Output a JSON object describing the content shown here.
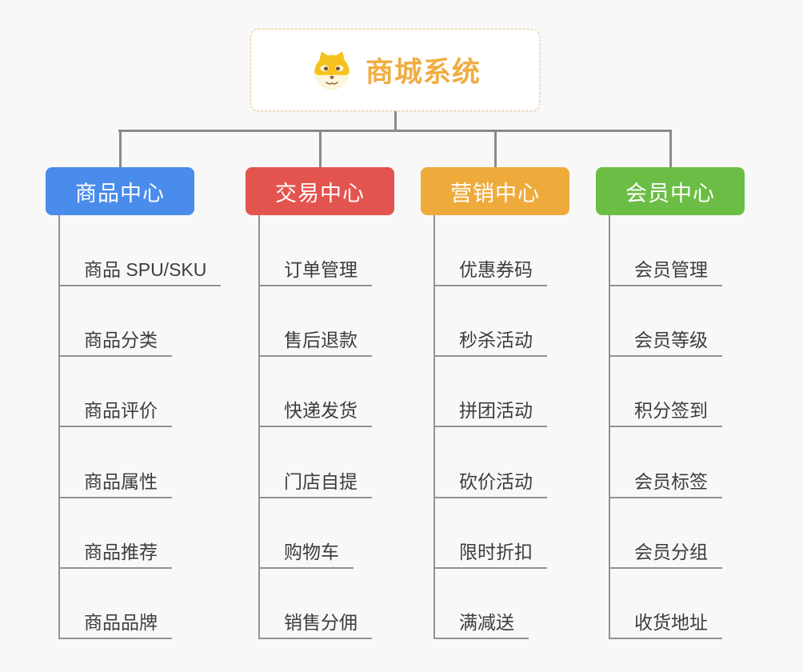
{
  "root": {
    "title": "商城系统",
    "icon": "doge-icon"
  },
  "branches": [
    {
      "label": "商品中心",
      "color": "#4a8ceb",
      "children": [
        "商品 SPU/SKU",
        "商品分类",
        "商品评价",
        "商品属性",
        "商品推荐",
        "商品品牌"
      ]
    },
    {
      "label": "交易中心",
      "color": "#e4544e",
      "children": [
        "订单管理",
        "售后退款",
        "快递发货",
        "门店自提",
        "购物车",
        "销售分佣"
      ]
    },
    {
      "label": "营销中心",
      "color": "#eeab3c",
      "children": [
        "优惠券码",
        "秒杀活动",
        "拼团活动",
        "砍价活动",
        "限时折扣",
        "满减送"
      ]
    },
    {
      "label": "会员中心",
      "color": "#6cbd45",
      "children": [
        "会员管理",
        "会员等级",
        "积分签到",
        "会员标签",
        "会员分组",
        "收货地址"
      ]
    }
  ],
  "colors": {
    "background": "#f8f8f8",
    "title": "#efad43",
    "root_border": "#f2c584",
    "tree_line": "#8a8a8a",
    "leaf_line": "#929292",
    "leaf_text": "#3d3d3d"
  }
}
